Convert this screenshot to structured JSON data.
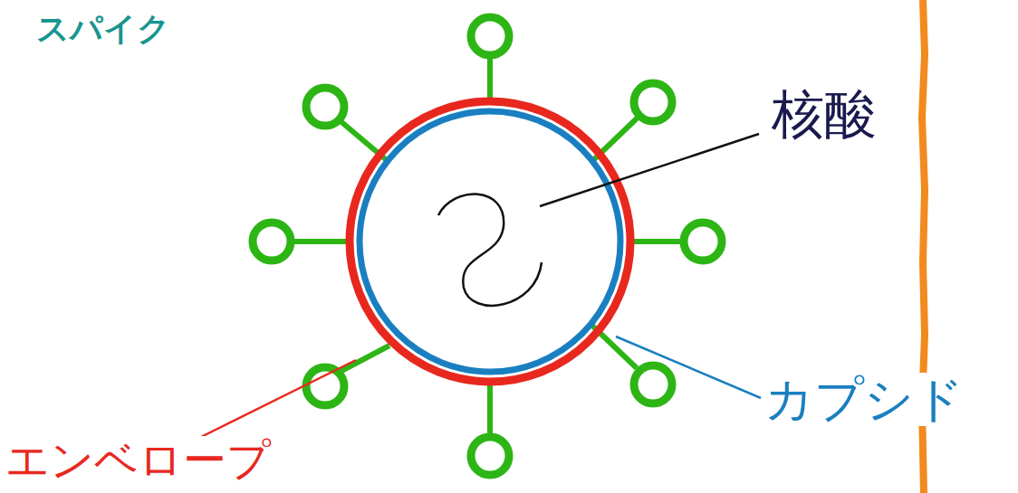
{
  "diagram": {
    "labels": [
      "スパイク",
      "核酸",
      "カプシド",
      "エンベロープ"
    ]
  }
}
